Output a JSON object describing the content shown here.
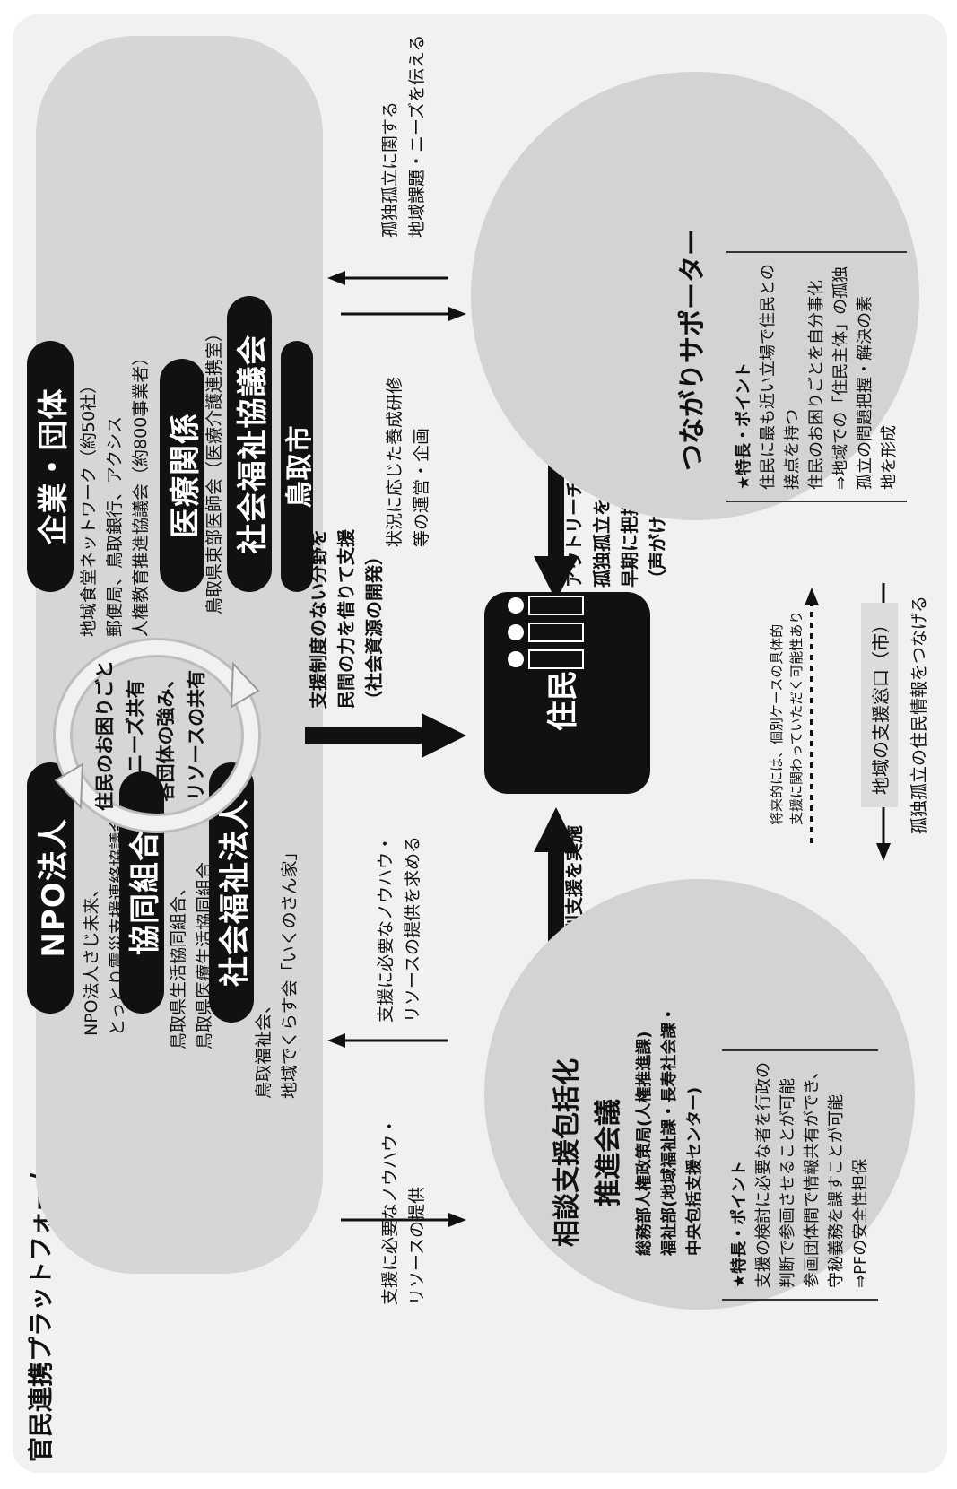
{
  "platform": {
    "title": "官民連携プラットフォーム"
  },
  "orgs": {
    "npo": {
      "label": "NPO法人",
      "members": [
        "NPO法人さじ未来、",
        "とっとり震災支援連絡協議会"
      ]
    },
    "coop": {
      "label": "協同組合",
      "members": [
        "鳥取県生活協同組合、",
        "鳥取県医療生活協同組合"
      ]
    },
    "welfare_corp": {
      "label": "社会福祉法人",
      "members": [
        "鳥取福祉会、",
        "地域でくらす会「いくのさん家」"
      ]
    },
    "company": {
      "label": "企業・団体",
      "members": [
        "地域食堂ネットワーク（約50社）",
        "郵便局、鳥取銀行、アクシス",
        "人権教育推進協議会（約800事業者）"
      ]
    },
    "medical": {
      "label": "医療関係",
      "members": [
        "鳥取県東部医師会（医療介護連携室）"
      ]
    },
    "council": {
      "label": "社会福祉協議会"
    },
    "city": {
      "label": "鳥取市"
    }
  },
  "cycle": {
    "lines": [
      "住民のお困りごと",
      "・ニーズ共有",
      "各団体の強み、",
      "リソースの共有"
    ]
  },
  "center": {
    "label": "住民"
  },
  "arrows": {
    "to_resident_left": [
      "支援制度のない分野を",
      "民間の力を借りて支援",
      "（社会資源の開発）"
    ],
    "supporter_to_resident": [
      "アウトリーチにより",
      "孤独孤立を抱えた住民を",
      "早期に把握・見守り",
      "（声がけなど）"
    ],
    "council_to_resident": [
      "個別支援を実施"
    ],
    "top_left_out": [
      "支援に必要なノウハウ・",
      "リソースの提供"
    ],
    "top_right_in": [
      "支援に必要なノウハウ・",
      "リソースの提供を求める"
    ],
    "bottom_left_in": [
      "状況に応じた養成研修",
      "等の運営・企画"
    ],
    "bottom_right_out": [
      "孤独孤立に関する",
      "地域課題・ニーズを伝える"
    ],
    "future_note": [
      "将来的には、個別ケースの具体的",
      "支援に関わっていただく可能性あり"
    ],
    "window_label": "地域の支援窓口（市）",
    "window_connect": "孤独孤立の住民情報をつなげる"
  },
  "council": {
    "title_lines": [
      "相談支援包括化",
      "推進会議"
    ],
    "members": [
      "総務部人権政策局(人権推進課)",
      "福祉部(地域福祉課・長寿社会課・",
      "中央包括支援センター)"
    ],
    "points_title": "★特長・ポイント",
    "points": [
      "支援の検討に必要な者を行政の",
      "判断で参画させることが可能",
      "参画団体間で情報共有ができ、",
      "守秘義務を課すことが可能",
      "⇒PFの安全性担保"
    ]
  },
  "supporter": {
    "title": "つながりサポーター",
    "points_title": "★特長・ポイント",
    "points": [
      "住民に最も近い立場で住民との",
      "接点を持つ",
      "住民のお困りごとを自分事化",
      "⇒地域での「住民主体」の孤独",
      "孤立の問題把握・解決の素",
      "地を形成"
    ]
  }
}
